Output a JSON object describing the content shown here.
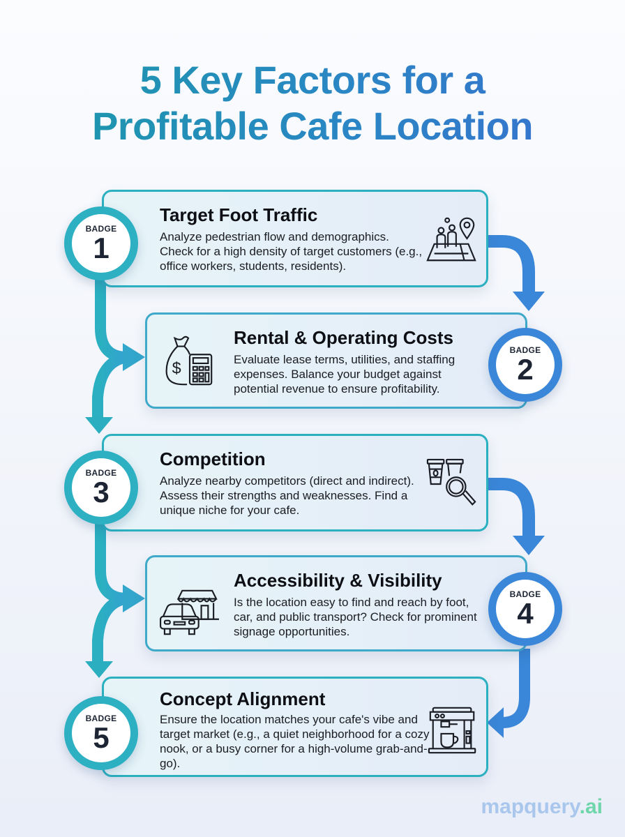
{
  "title": {
    "line1": "5 Key Factors for a",
    "line2": "Profitable Cafe Location"
  },
  "colors": {
    "teal": "#2bb0c0",
    "blue": "#3a86d8",
    "text_dark": "#1d2433",
    "brand_light": "#a9c6ec",
    "brand_green": "#6fd6ab"
  },
  "factors": [
    {
      "badge_label": "BADGE",
      "number": "1",
      "heading": "Target Foot Traffic",
      "description": "Analyze pedestrian flow and demographics. Check for a high density of target customers (e.g., office workers, students, residents).",
      "icon": "pedestrians-map-pin-icon"
    },
    {
      "badge_label": "BADGE",
      "number": "2",
      "heading": "Rental & Operating Costs",
      "description": "Evaluate lease terms, utilities, and staffing expenses. Balance your budget against potential revenue to ensure profitability.",
      "icon": "money-bag-calculator-icon"
    },
    {
      "badge_label": "BADGE",
      "number": "3",
      "heading": "Competition",
      "description": "Analyze nearby competitors (direct and indirect). Assess their strengths and weaknesses. Find a unique niche for your cafe.",
      "icon": "coffee-cups-magnifier-icon"
    },
    {
      "badge_label": "BADGE",
      "number": "4",
      "heading": "Accessibility & Visibility",
      "description": "Is the location easy to find and reach by foot, car, and public transport? Check for prominent signage opportunities.",
      "icon": "car-storefront-icon"
    },
    {
      "badge_label": "BADGE",
      "number": "5",
      "heading": "Concept Alignment",
      "description": "Ensure the location matches your cafe's vibe and target market (e.g., a quiet neighborhood for a cozy nook, or a busy corner for a high-volume grab-and-go).",
      "icon": "espresso-machine-icon"
    }
  ],
  "brand": {
    "name": "mapquery",
    "tld": ".ai"
  }
}
